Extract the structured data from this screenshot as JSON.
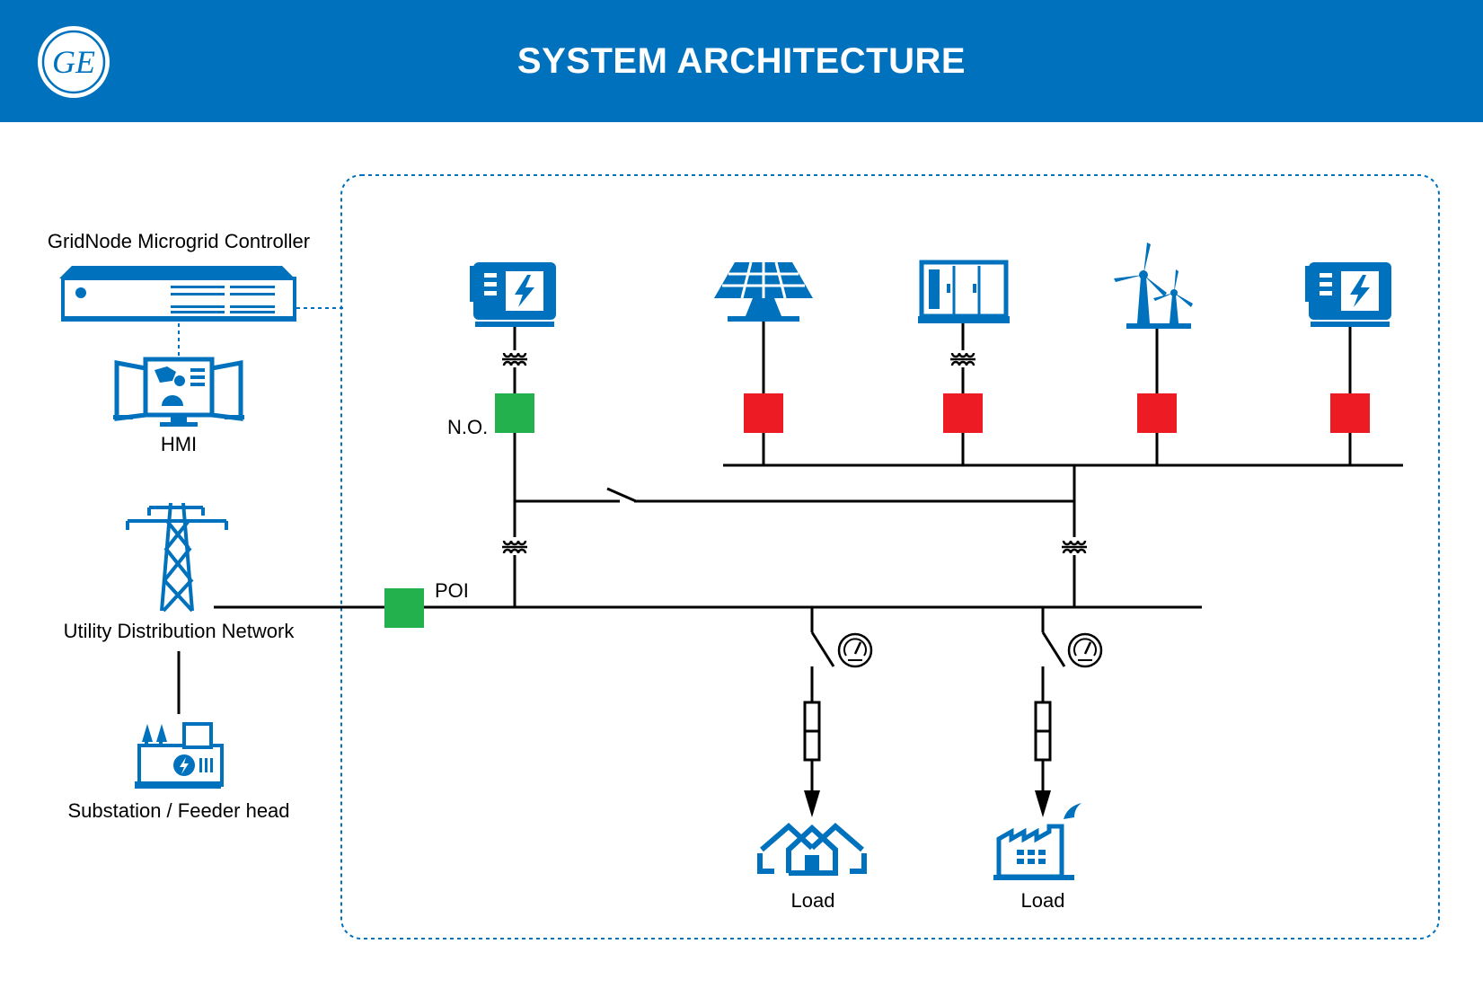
{
  "header": {
    "title": "SYSTEM ARCHITECTURE",
    "logo_text": "GE",
    "background_color": "#0071bc"
  },
  "controller": {
    "label": "GridNode Microgrid Controller",
    "icon": "rack-controller-icon"
  },
  "hmi": {
    "label": "HMI",
    "icon": "hmi-monitors-icon"
  },
  "utility": {
    "label": "Utility Distribution Network",
    "icon": "transmission-tower-icon"
  },
  "substation": {
    "label": "Substation / Feeder head",
    "icon": "substation-icon"
  },
  "breakers": {
    "no_label": "N.O.",
    "poi_label": "POI",
    "closed_color": "#22b14c",
    "open_color": "#ed1c24"
  },
  "sources": [
    {
      "icon": "generator-icon"
    },
    {
      "icon": "solar-panel-icon"
    },
    {
      "icon": "battery-storage-icon"
    },
    {
      "icon": "wind-turbine-icon"
    },
    {
      "icon": "generator-icon"
    }
  ],
  "loads": [
    {
      "label": "Load",
      "icon": "residential-houses-icon"
    },
    {
      "label": "Load",
      "icon": "factory-icon"
    }
  ],
  "colors": {
    "icon_blue": "#0071bc",
    "line": "#000000",
    "dotted_border": "#0071bc"
  }
}
